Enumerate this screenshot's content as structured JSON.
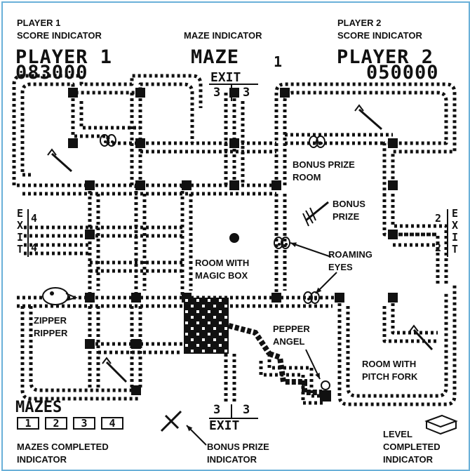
{
  "callouts": {
    "player1_indicator": [
      "PLAYER 1",
      "SCORE INDICATOR"
    ],
    "maze_indicator": "MAZE INDICATOR",
    "player2_indicator": [
      "PLAYER 2",
      "SCORE INDICATOR"
    ],
    "bonus_prize_room": [
      "BONUS PRIZE",
      "ROOM"
    ],
    "bonus_prize": [
      "BONUS",
      "PRIZE"
    ],
    "roaming_eyes": [
      "ROAMING",
      "EYES"
    ],
    "room_magic_box": [
      "ROOM WITH",
      "MAGIC BOX"
    ],
    "zipper_ripper": [
      "ZIPPER",
      "RIPPER"
    ],
    "pepper_angel": [
      "PEPPER",
      "ANGEL"
    ],
    "room_pitch_fork": [
      "ROOM WITH",
      "PITCH FORK"
    ],
    "mazes_completed": [
      "MAZES COMPLETED",
      "INDICATOR"
    ],
    "bonus_prize_indicator": [
      "BONUS PRIZE",
      "INDICATOR"
    ],
    "level_completed": [
      "LEVEL",
      "COMPLETED",
      "INDICATOR"
    ]
  },
  "hud": {
    "player1_label": "PLAYER 1",
    "player1_score": "083000",
    "maze_label": "MAZE",
    "maze_number": "1",
    "player2_label": "PLAYER 2",
    "player2_score": "050000",
    "exit_label": "EXIT",
    "exit_top": [
      "3",
      "3"
    ],
    "exit_bottom": [
      "3",
      "3"
    ],
    "exit_left": [
      "4",
      "4"
    ],
    "exit_right": [
      "2",
      "2"
    ],
    "exit_vertical": [
      "E",
      "X",
      "I",
      "T"
    ],
    "mazes_label": "MAZES",
    "mazes_boxes": [
      "1",
      "2",
      "3",
      "4"
    ]
  },
  "colors": {
    "frame_border": "#6ab0d8",
    "ink": "#111111",
    "paper": "#ffffff"
  }
}
